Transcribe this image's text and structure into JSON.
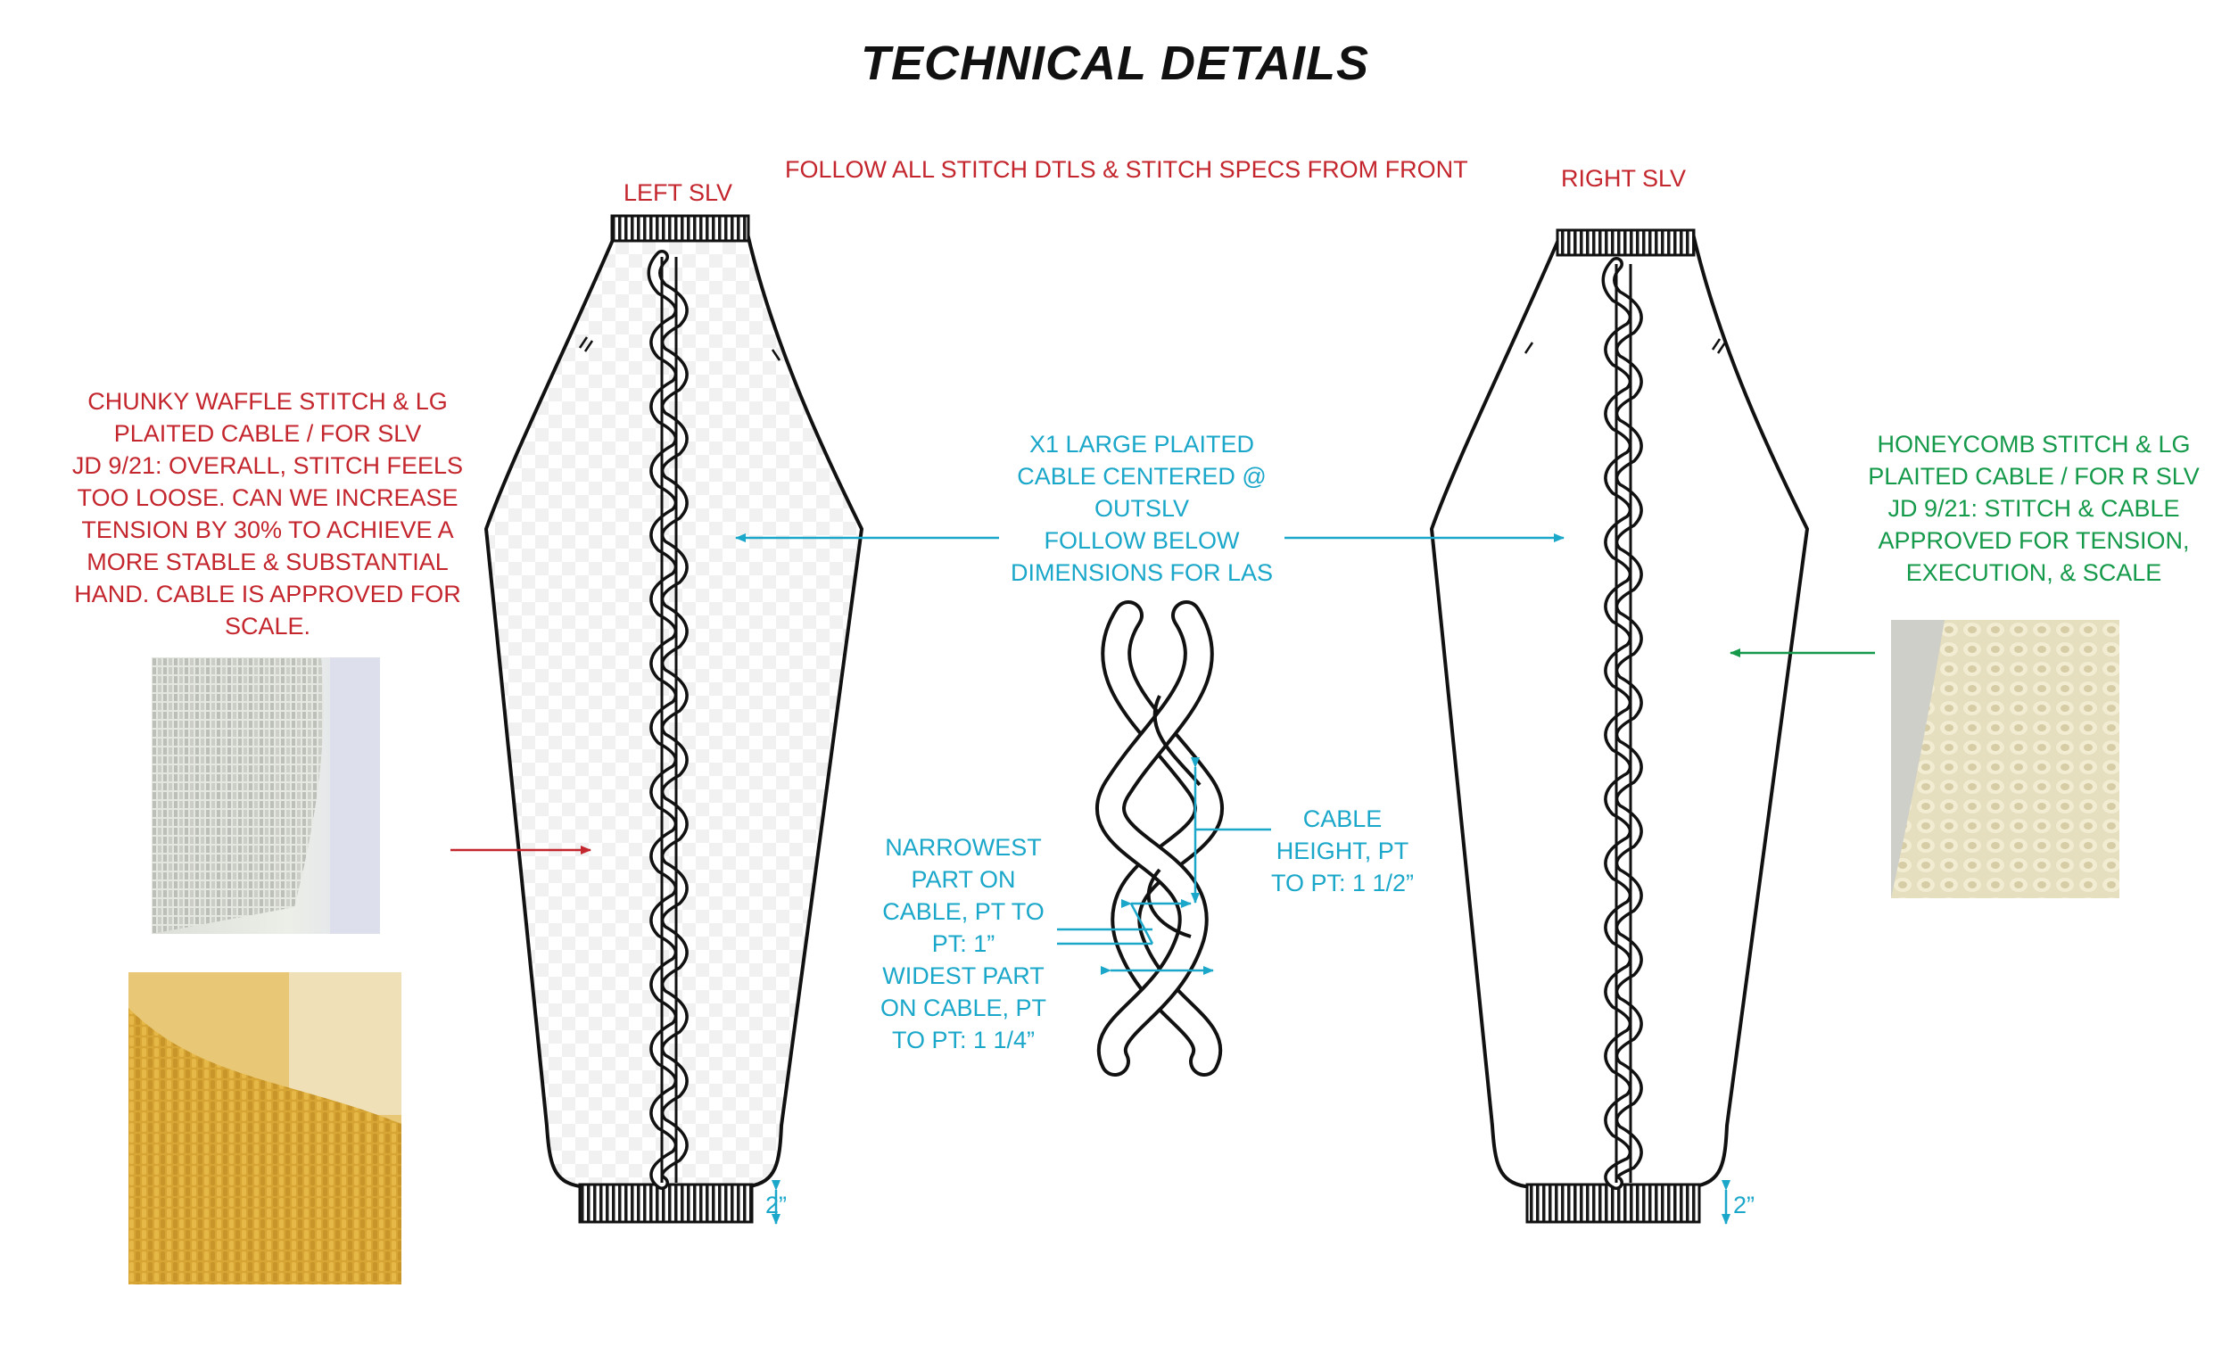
{
  "header": {
    "title": "TECHNICAL DETAILS"
  },
  "instruction": "FOLLOW ALL STITCH DTLS  & STITCH SPECS FROM FRONT",
  "left_sleeve": {
    "label": "LEFT SLV",
    "note_lines": [
      "CHUNKY WAFFLE STITCH & LG",
      "PLAITED CABLE / FOR  SLV",
      "JD 9/21: OVERALL, STITCH FEELS",
      "TOO LOOSE. CAN WE INCREASE",
      "TENSION BY 30% TO ACHIEVE A",
      "MORE STABLE & SUBSTANTIAL",
      "HAND. CABLE IS APPROVED FOR",
      "SCALE."
    ],
    "cuff_dimension": "2”"
  },
  "right_sleeve": {
    "label": "RIGHT SLV",
    "note_lines": [
      "HONEYCOMB STITCH & LG",
      "PLAITED CABLE / FOR R SLV",
      "JD 9/21: STITCH  & CABLE",
      "APPROVED FOR TENSION,",
      "EXECUTION, & SCALE"
    ],
    "cuff_dimension": "2”"
  },
  "center": {
    "callout_lines": [
      "X1 LARGE PLAITED",
      "CABLE CENTERED @",
      "OUTSLV",
      "FOLLOW BELOW",
      "DIMENSIONS FOR LAS"
    ],
    "cable_height_lines": [
      "CABLE",
      "HEIGHT, PT",
      "TO PT: 1 1/2”"
    ],
    "narrow_lines": [
      "NARROWEST",
      "PART ON",
      "CABLE, PT TO",
      "PT: 1”"
    ],
    "widest_lines": [
      "WIDEST PART",
      "ON CABLE, PT",
      "TO PT: 1 1/4”"
    ]
  },
  "colors": {
    "red": "#c4262e",
    "blue": "#1aa7c9",
    "green": "#15994a",
    "ink": "#111111"
  }
}
